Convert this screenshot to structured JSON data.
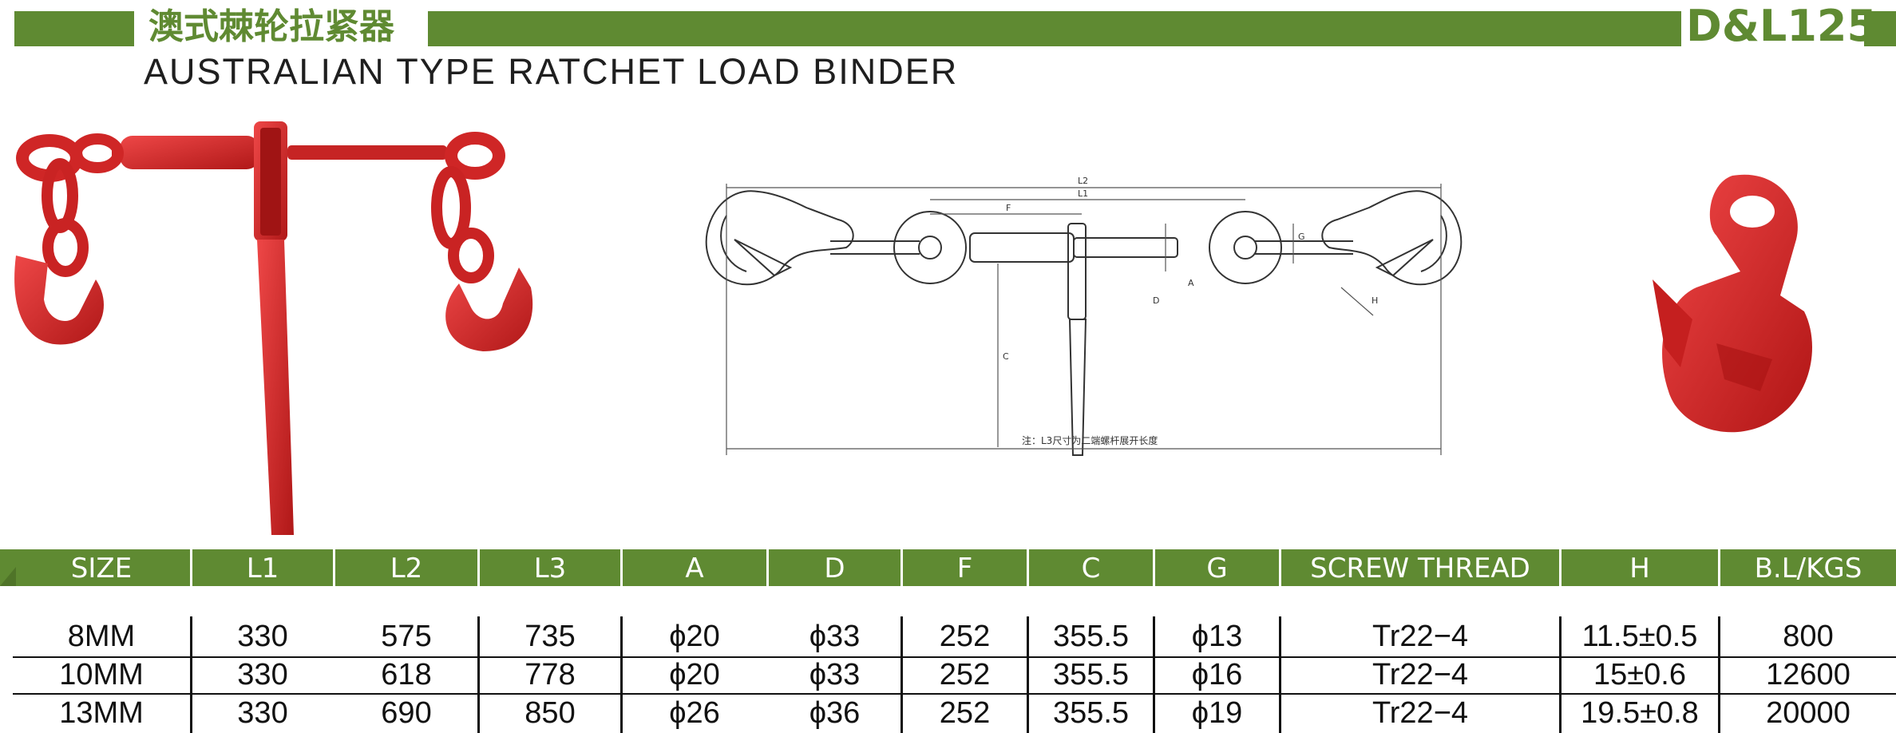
{
  "header": {
    "title_cn": "澳式棘轮拉紧器",
    "title_en": "AUSTRALIAN TYPE RATCHET LOAD BINDER",
    "model": "D&L125"
  },
  "drawing": {
    "labels": [
      "L2",
      "L1",
      "F",
      "G",
      "A",
      "D",
      "C",
      "H"
    ],
    "note": "注：L3尺寸为二端螺杆展开长度"
  },
  "colors": {
    "brand_green": "#5f8a32",
    "product_red": "#d42b2b"
  },
  "table": {
    "columns": [
      "SIZE",
      "L1",
      "L2",
      "L3",
      "A",
      "D",
      "F",
      "C",
      "G",
      "SCREW THREAD",
      "H",
      "B.L/KGS"
    ],
    "rows": [
      [
        "8MM",
        "330",
        "575",
        "735",
        "ϕ20",
        "ϕ33",
        "252",
        "355.5",
        "ϕ13",
        "Tr22−4",
        "11.5±0.5",
        "800"
      ],
      [
        "10MM",
        "330",
        "618",
        "778",
        "ϕ20",
        "ϕ33",
        "252",
        "355.5",
        "ϕ16",
        "Tr22−4",
        "15±0.6",
        "12600"
      ],
      [
        "13MM",
        "330",
        "690",
        "850",
        "ϕ26",
        "ϕ36",
        "252",
        "355.5",
        "ϕ19",
        "Tr22−4",
        "19.5±0.8",
        "20000"
      ]
    ]
  }
}
